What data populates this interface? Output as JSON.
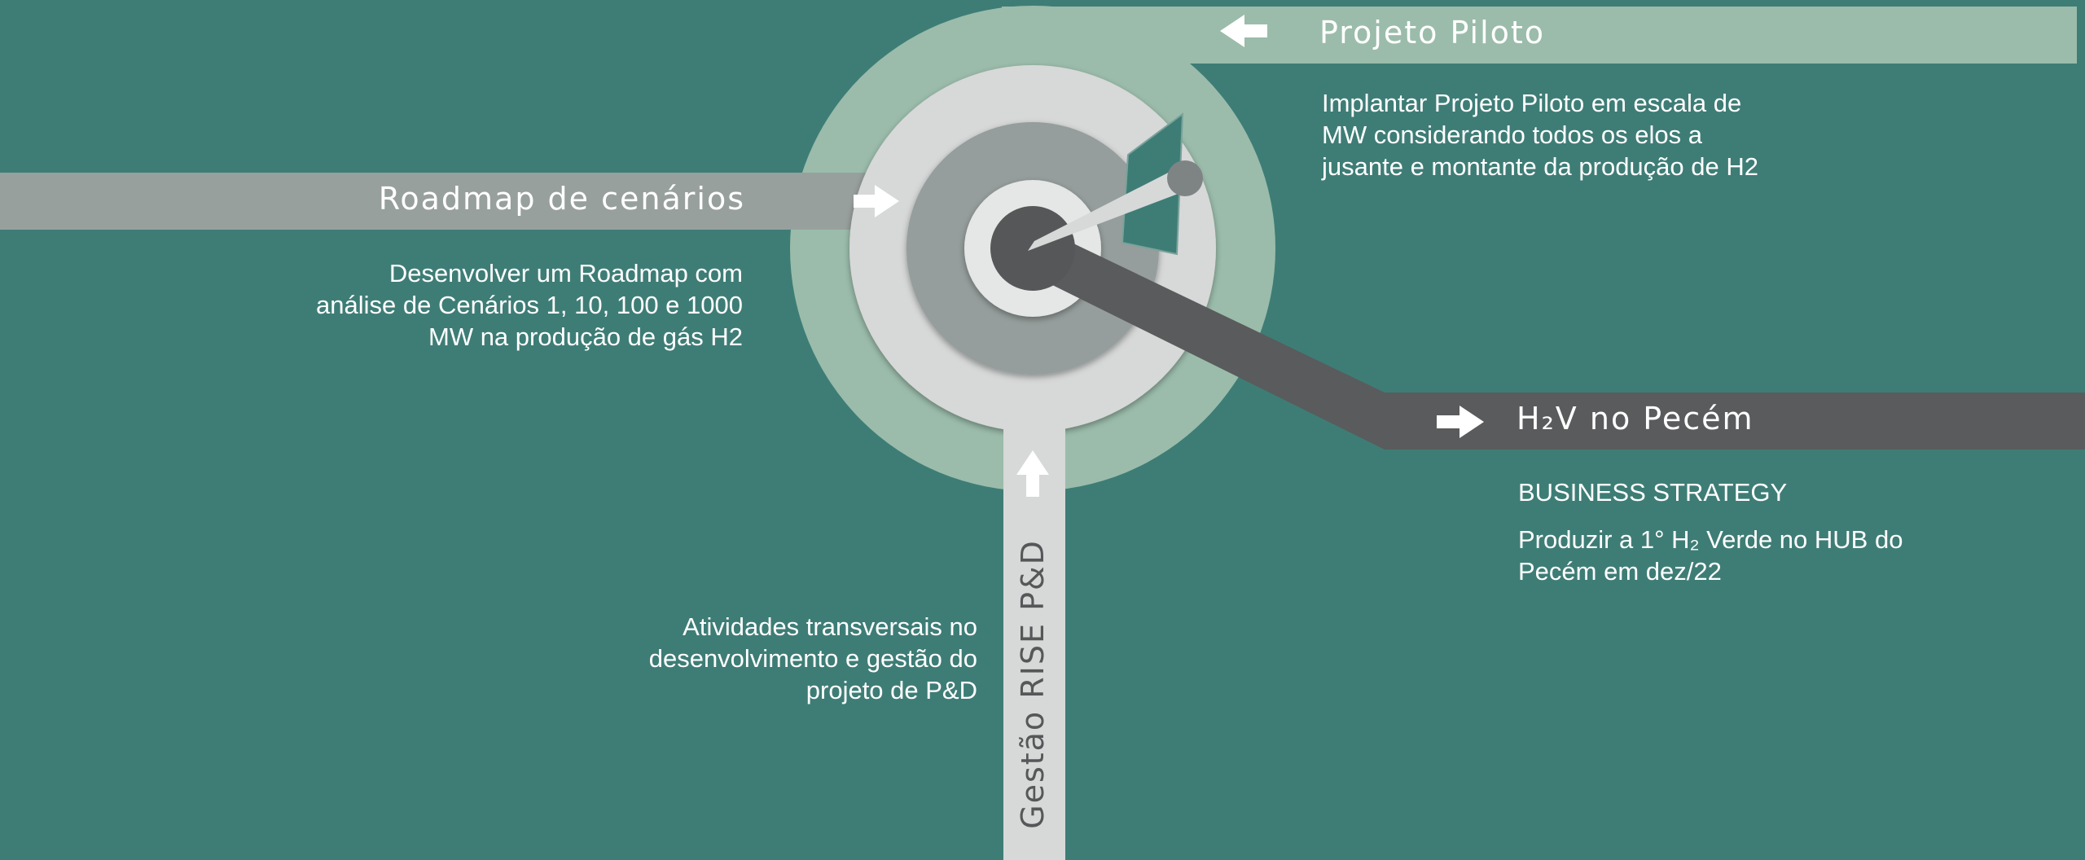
{
  "colors": {
    "background": "#3e7d76",
    "outer_ring": "#9bbcab",
    "middle_ring": "#d7d8d8",
    "inner_ring": "#959e9c",
    "hub": "#e5e6e6",
    "hub_core": "#555758",
    "bar_light_green": "#9bbcab",
    "bar_gray": "#98a09e",
    "bar_dark": "#5a5b5c",
    "bar_light": "#d7d8d8"
  },
  "icons": {
    "projeto_piloto": "arrow-left-icon",
    "roadmap": "arrow-right-icon",
    "h2v": "arrow-right-icon",
    "gestao": "arrow-up-icon"
  },
  "branches": {
    "projeto_piloto": {
      "title": "Projeto Piloto",
      "lines": [
        "Implantar Projeto Piloto em escala de",
        "MW considerando todos os elos a",
        "jusante e montante da  produção de H2"
      ]
    },
    "roadmap": {
      "title": "Roadmap de cenários",
      "lines": [
        "Desenvolver um Roadmap com",
        "análise de Cenários 1, 10, 100 e 1000",
        "MW na produção de gás H2"
      ]
    },
    "h2v": {
      "title": "H₂V no Pecém",
      "subtitle": "BUSINESS STRATEGY",
      "lines": [
        "Produzir a 1° H₂ Verde no HUB do",
        "Pecém em dez/22"
      ]
    },
    "gestao": {
      "title": "Gestão RISE P&D",
      "lines": [
        "Atividades transversais no",
        "desenvolvimento e gestão do",
        "projeto de P&D"
      ]
    }
  }
}
